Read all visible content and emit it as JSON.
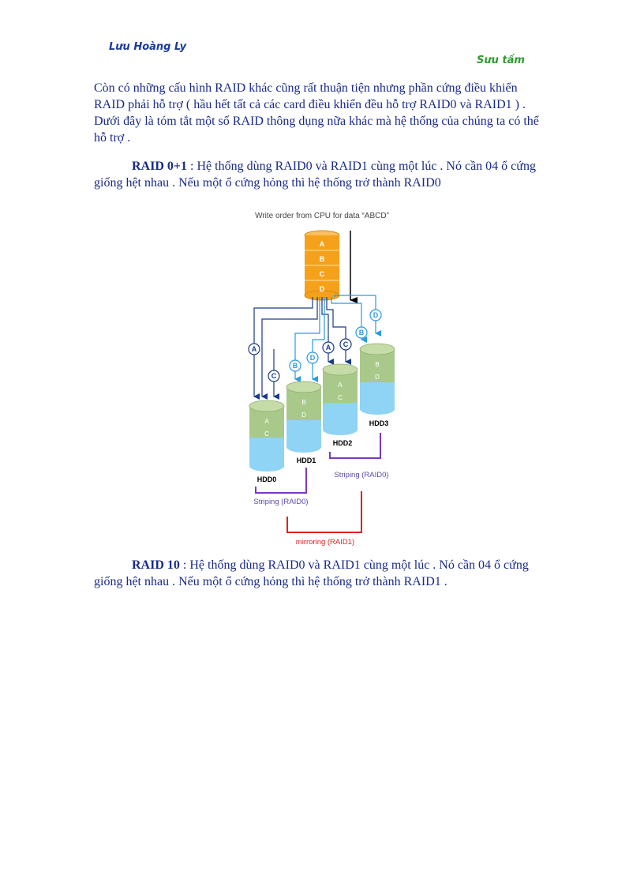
{
  "header": {
    "author": "Lưu Hoàng Ly",
    "source_note": "Sưu tầm"
  },
  "intro": "Còn có những cấu hình RAID khác cũng rất thuận tiện nhưng phần cứng điều khiển RAID phải hỗ trợ ( hầu hết tất cả các card điều khiển đều hỗ trợ RAID0 và RAID1 ) . Dưới đây là tóm tắt một số RAID thông dụng nữa khác mà hệ thống của chúng ta có thể hỗ trợ .",
  "raid01": {
    "term": "RAID 0+1",
    "description": " : Hệ thống dùng RAID0 và RAID1 cùng một lúc . Nó cần 04 ổ cứng giống hệt nhau . Nếu một ổ cứng hỏng thì hệ thống trở thành RAID0"
  },
  "figure": {
    "title": "Write order from CPU for data “ABCD”",
    "data_blocks": [
      "A",
      "B",
      "C",
      "D"
    ],
    "disks": [
      {
        "label": "HDD0",
        "blocks": [
          "A",
          "C"
        ]
      },
      {
        "label": "HDD1",
        "blocks": [
          "B",
          "D"
        ]
      },
      {
        "label": "HDD2",
        "blocks": [
          "A",
          "C"
        ]
      },
      {
        "label": "HDD3",
        "blocks": [
          "B",
          "D"
        ]
      }
    ],
    "striping_label_1": "Striping (RAID0)",
    "striping_label_2": "Striping (RAID0)",
    "mirroring_label": "mirroring (RAID1)",
    "colors": {
      "cpu_stack": "#f5a11c",
      "disk_top": "#a9c98a",
      "disk_bottom": "#8fd3f5",
      "line_dark": "#1a3a8a",
      "line_light": "#2a9ae0",
      "striping": "#7a3ac0",
      "mirroring": "#e02020"
    }
  },
  "raid10": {
    "term": "RAID 10",
    "description": " : Hệ thống dùng RAID0 và RAID1 cùng một lúc . Nó cần 04 ổ cứng giống hệt nhau . Nếu một ổ cứng hỏng thì hệ thống trở thành RAID1 ."
  }
}
